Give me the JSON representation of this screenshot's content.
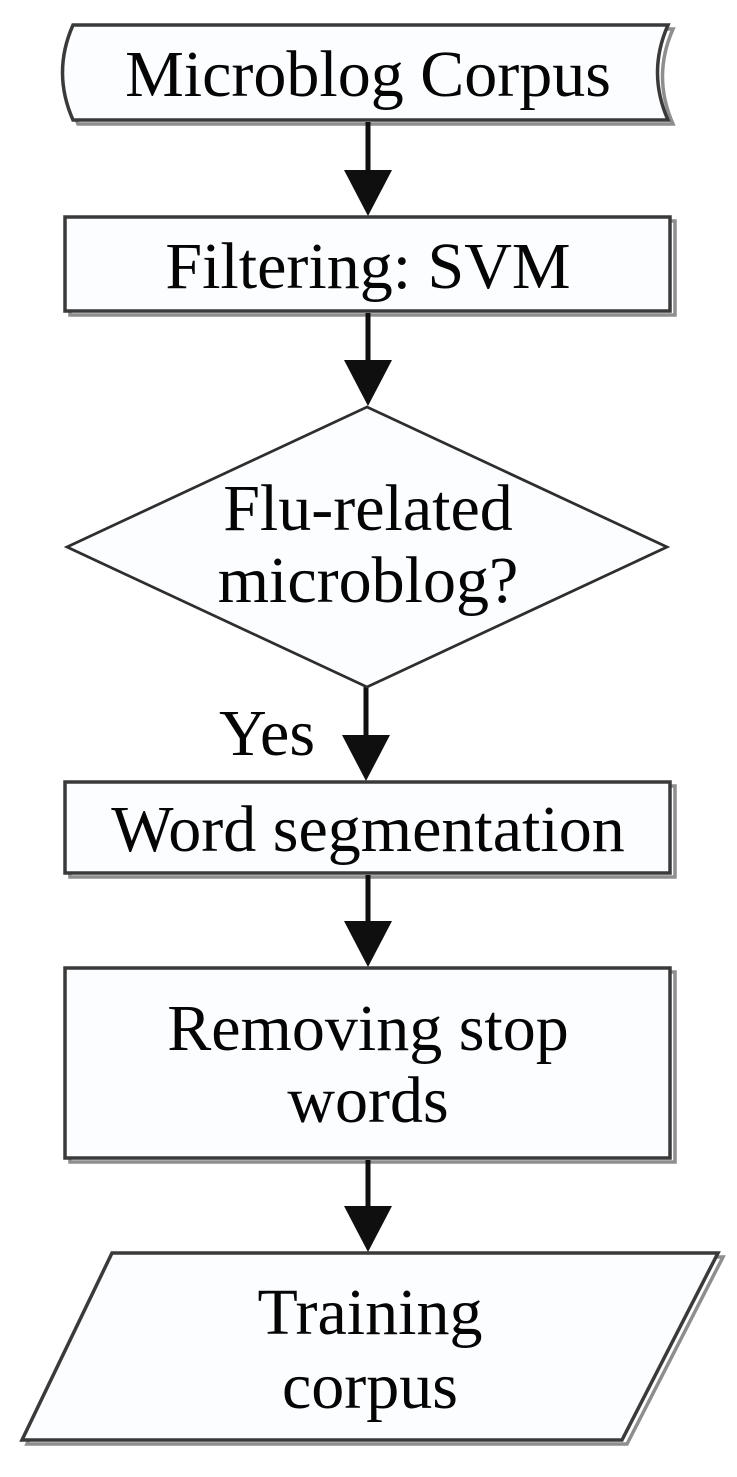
{
  "figure": {
    "type": "flowchart",
    "description": "Microblog flu-classification training-corpus preparation pipeline",
    "colors": {
      "background": "#ffffff",
      "shape_fill": "#fbfdff",
      "border": "#3a3a3a",
      "shadow": "#8e8e8e",
      "arrow": "#0f0f0f",
      "text": "#050505"
    },
    "nodes": [
      {
        "id": "microblog-corpus",
        "shape": "stored-data",
        "label": "Microblog Corpus"
      },
      {
        "id": "filtering-svm",
        "shape": "process",
        "label": "Filtering: SVM"
      },
      {
        "id": "flu-related-decision",
        "shape": "decision",
        "label": "Flu-related microblog?",
        "label_lines": [
          "Flu-related",
          "microblog?"
        ]
      },
      {
        "id": "word-segmentation",
        "shape": "process",
        "label": "Word segmentation"
      },
      {
        "id": "removing-stop-words",
        "shape": "process",
        "label": "Removing stop words",
        "label_lines": [
          "Removing stop",
          "words"
        ]
      },
      {
        "id": "training-corpus",
        "shape": "parallelogram",
        "label": "Training corpus",
        "label_lines": [
          "Training",
          "corpus"
        ]
      }
    ],
    "edges": [
      {
        "from": "microblog-corpus",
        "to": "filtering-svm",
        "label": ""
      },
      {
        "from": "filtering-svm",
        "to": "flu-related-decision",
        "label": ""
      },
      {
        "from": "flu-related-decision",
        "to": "word-segmentation",
        "label": "Yes"
      },
      {
        "from": "word-segmentation",
        "to": "removing-stop-words",
        "label": ""
      },
      {
        "from": "removing-stop-words",
        "to": "training-corpus",
        "label": ""
      }
    ]
  }
}
